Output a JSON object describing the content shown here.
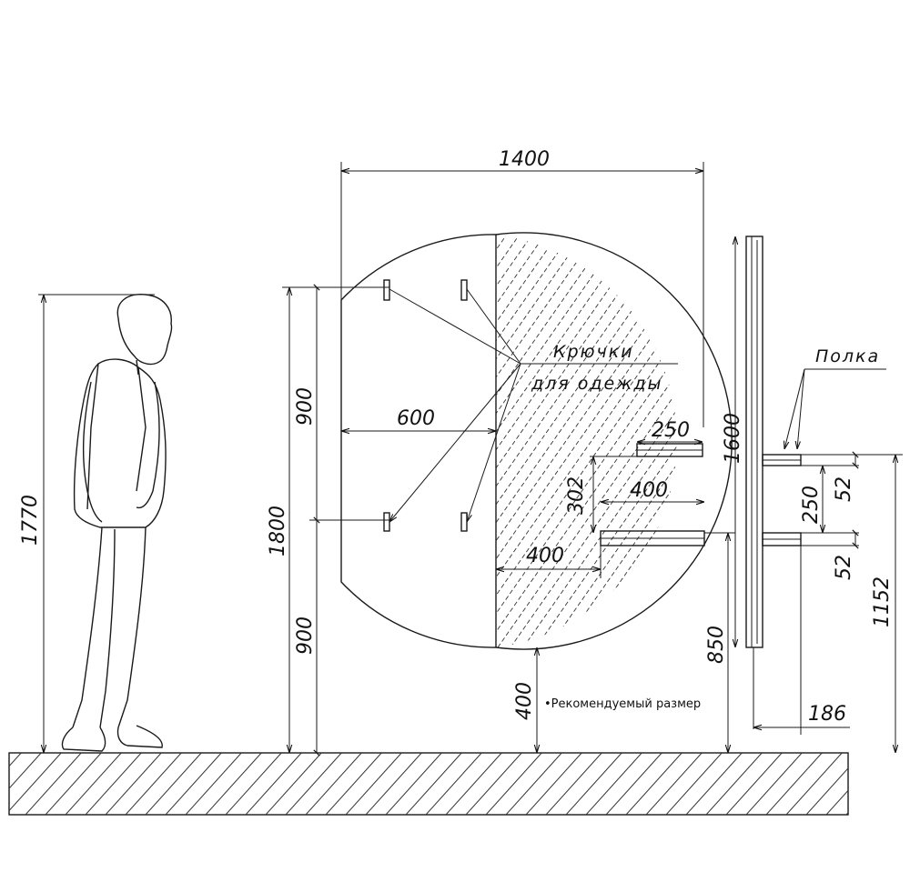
{
  "dimensions": {
    "mirror_width": "1400",
    "person_height": "1770",
    "total_height": "1800",
    "upper_half": "900",
    "lower_half": "900",
    "hook_offset": "600",
    "shelf_length_top": "250",
    "shelf_gap": "302",
    "shelf_length_bottom": "400",
    "shelf_step": "400",
    "mirror_side_height": "1600",
    "shelf_height_from_floor": "850",
    "floor_clearance": "400",
    "side_shelf_thickness_top": "52",
    "side_shelf_spacing": "250",
    "side_shelf_thickness_bottom": "52",
    "side_total_height": "1152",
    "side_depth": "186"
  },
  "labels": {
    "hooks_line1": "Крючки",
    "hooks_line2": "для одежды",
    "shelf": "Полка",
    "recommended": "•Рекомендуемый размер"
  }
}
